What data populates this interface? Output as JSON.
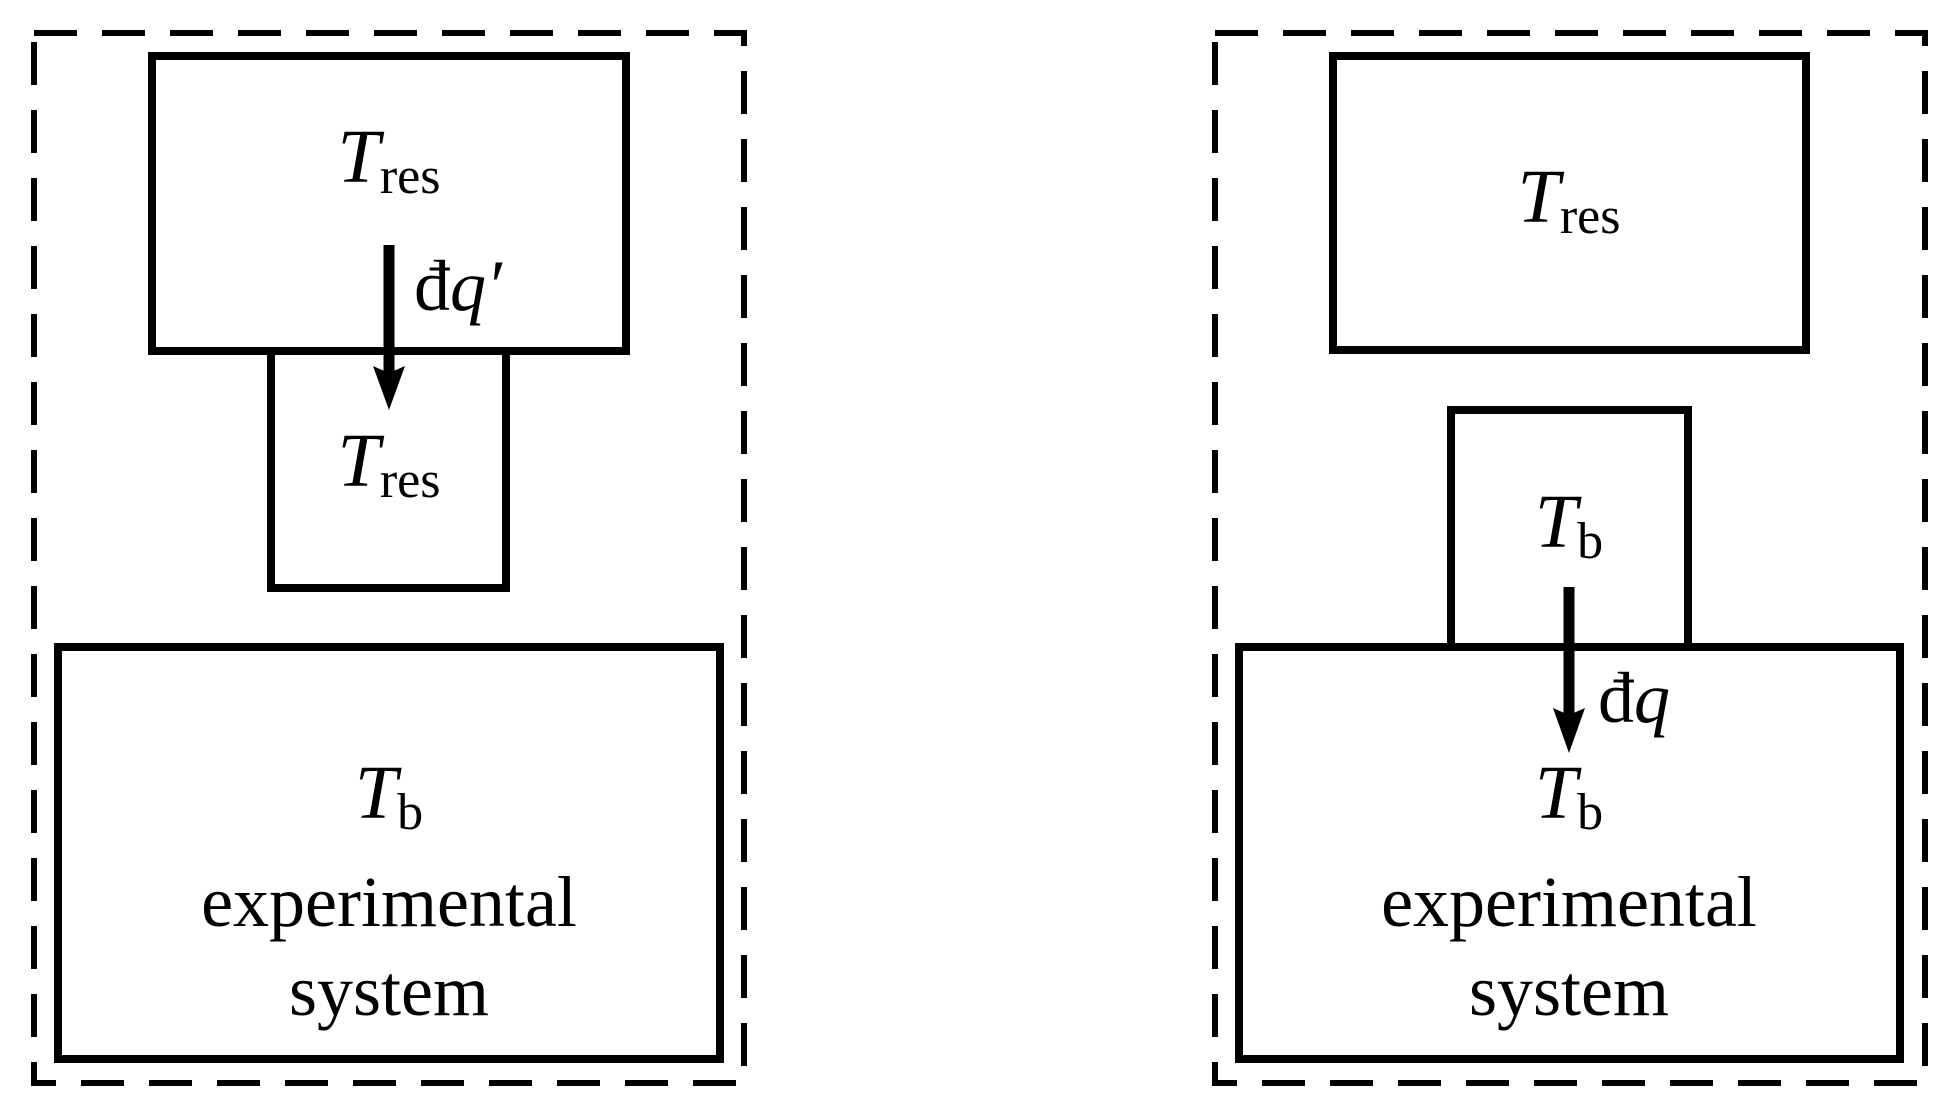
{
  "colors": {
    "stroke": "#000000",
    "background": "#ffffff"
  },
  "panels": [
    {
      "name": "left",
      "reservoir": {
        "symbol": "T",
        "subscript": "res"
      },
      "intermediate": {
        "symbol": "T",
        "subscript": "res"
      },
      "system": {
        "symbol": "T",
        "subscript": "b",
        "line1": "experimental",
        "line2": "system"
      },
      "heat": {
        "prefix": "đ",
        "variable": "q",
        "prime": "′"
      }
    },
    {
      "name": "right",
      "reservoir": {
        "symbol": "T",
        "subscript": "res"
      },
      "intermediate": {
        "symbol": "T",
        "subscript": "b"
      },
      "system": {
        "symbol": "T",
        "subscript": "b",
        "line1": "experimental",
        "line2": "system"
      },
      "heat": {
        "prefix": "đ",
        "variable": "q",
        "prime": ""
      }
    }
  ]
}
